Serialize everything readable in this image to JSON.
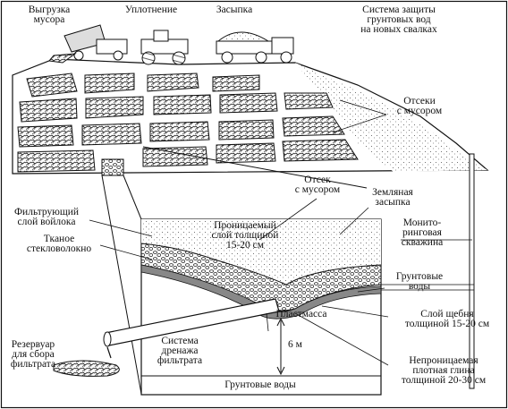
{
  "labels": {
    "unloading": [
      "Выгрузка",
      "мусора"
    ],
    "compaction": [
      "Уплотнение"
    ],
    "backfill": [
      "Засыпка"
    ],
    "protection_system": [
      "Система защиты",
      "грунтовых вод",
      "на новых свалках"
    ],
    "cells": [
      "Отсеки",
      "с мусором"
    ],
    "cell": [
      "Отсек",
      "с мусором"
    ],
    "earth_fill": [
      "Земляная",
      "засыпка"
    ],
    "filter_felt": [
      "Фильтрующий",
      "слой войлока"
    ],
    "fiberglass": [
      "Тканое",
      "стекловолокно"
    ],
    "permeable_layer": [
      "Проницаемый",
      "слой толщиной",
      "15-20 см"
    ],
    "monitoring_well": [
      "Монито-",
      "ринговая",
      "скважина"
    ],
    "groundwater_right": [
      "Грунтовые",
      "воды"
    ],
    "plastic": [
      "Пластмасса"
    ],
    "gravel_layer": [
      "Слой щебня",
      "толщиной 15-20 см"
    ],
    "reservoir": [
      "Резервуар",
      "для сбора",
      "фильтрата"
    ],
    "drainage_system": [
      "Система",
      "дренажа",
      "фильтрата"
    ],
    "depth": [
      "6 м"
    ],
    "clay": [
      "Непроницаемая",
      "плотная глина",
      "толщиной 20-30 см"
    ],
    "groundwater_bottom": [
      "Грунтовые воды"
    ]
  },
  "colors": {
    "ink": "#111111",
    "paper": "#ffffff",
    "trash": "#6a6a6a"
  }
}
